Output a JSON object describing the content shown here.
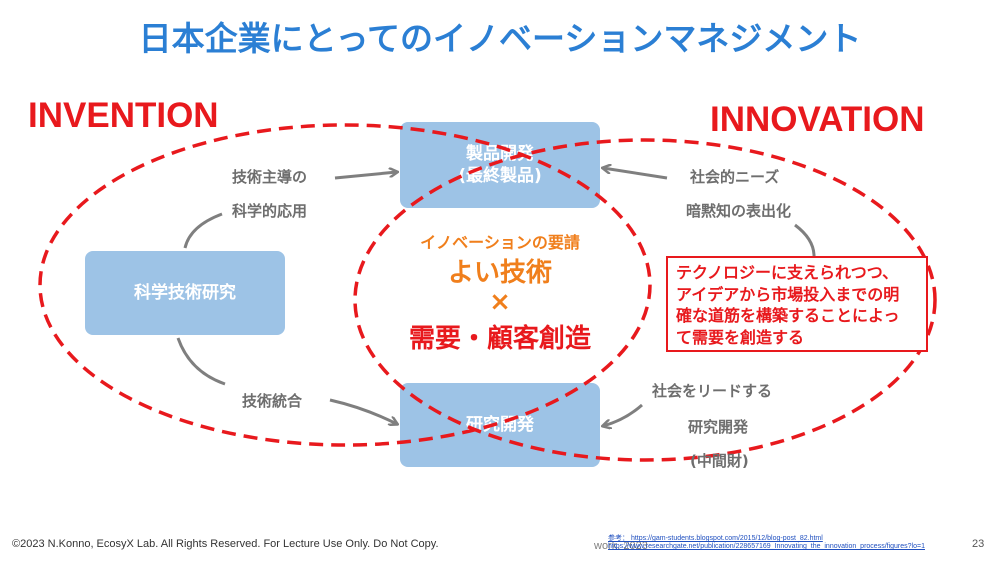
{
  "title": "日本企業にとってのイノベーションマネジメント",
  "invention_label": "INVENTION",
  "innovation_label": "INNOVATION",
  "boxes": {
    "product_dev_line1": "製品開発",
    "product_dev_line2": "(最終製品)",
    "science_research": "科学技術研究",
    "rnd": "研究開発"
  },
  "left_labels": {
    "tech_led_line1": "技術主導の",
    "tech_led_line2": "科学的応用",
    "tech_integration": "技術統合"
  },
  "right_labels": {
    "social_needs_line1": "社会的ニーズ",
    "social_needs_line2": "暗黙知の表出化",
    "lead_society_line1": "社会をリードする",
    "lead_society_line2": "研究開発",
    "lead_society_line3": "(中間財)"
  },
  "center": {
    "requirement": "イノベーションの要請",
    "good_tech": "よい技術",
    "times": "×",
    "demand": "需要・顧客創造"
  },
  "callout": {
    "line1": "テクノロジーに支えられつつ、",
    "line2": "アイデアから市場投入までの明",
    "line3": "確な道筋を構築することによっ",
    "line4": "て需要を創造する"
  },
  "footer": {
    "copyright": "©2023 N.Konno, EcosyX Lab.  All Rights Reserved. For Lecture Use Only. Do Not Copy.",
    "ref_label": "参考：",
    "ref1": "https://gam-students.blogspot.com/2015/12/blog-post_82.html",
    "ref2": "https://www.researchgate.net/publication/228657169_Innovating_the_innovation_process/figures?lo=1",
    "work": "work. 2023",
    "page": "23"
  },
  "colors": {
    "title_blue": "#2b7fd4",
    "accent_red": "#e8191d",
    "box_blue": "#9dc3e6",
    "orange": "#f07f1c",
    "gray_text": "#6e6e6e"
  }
}
